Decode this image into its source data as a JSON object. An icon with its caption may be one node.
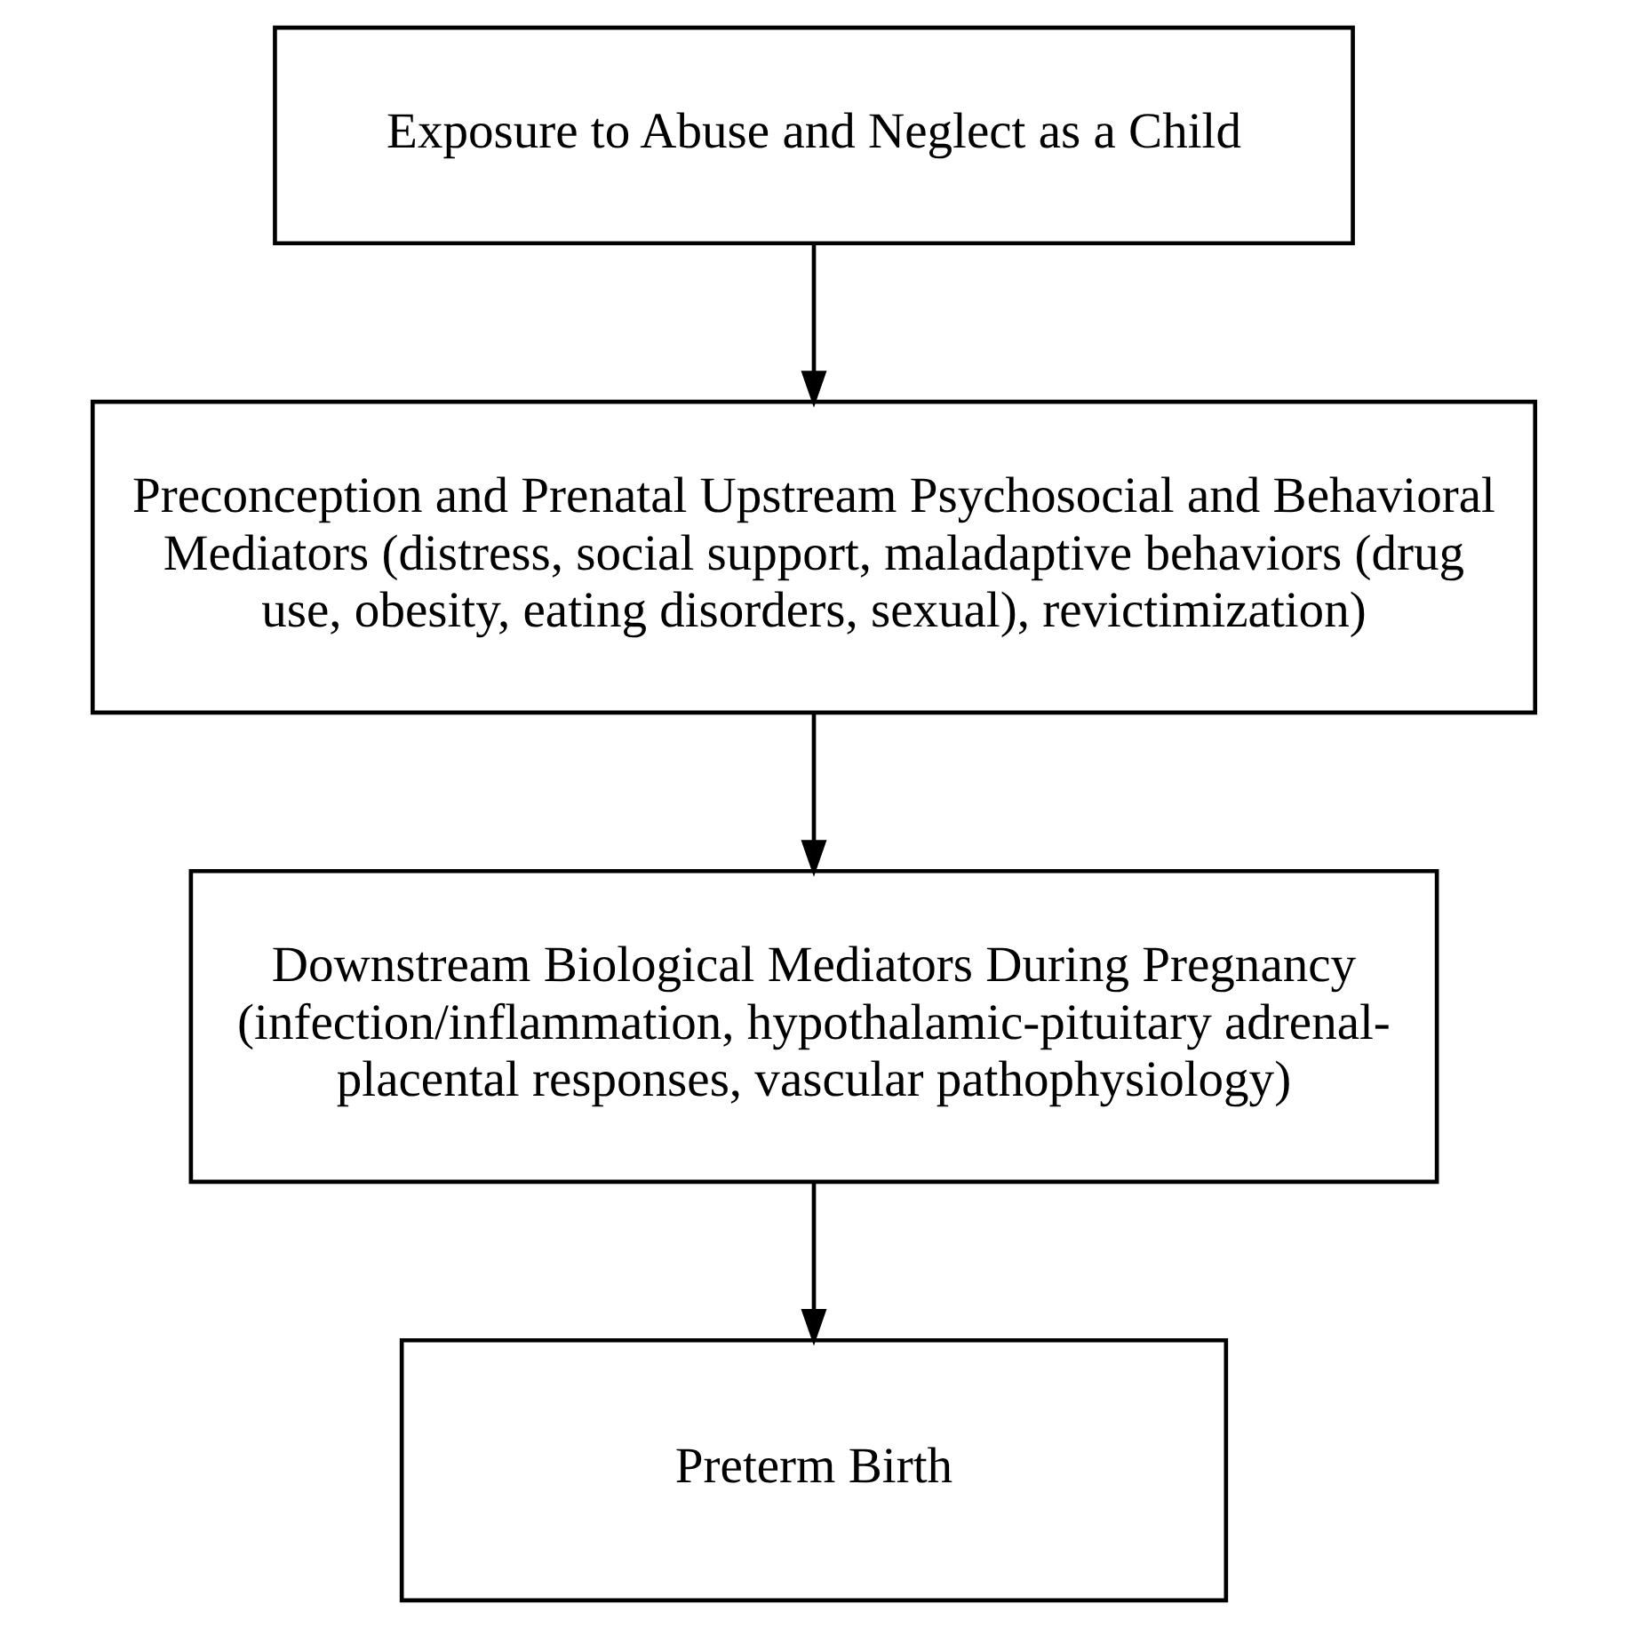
{
  "diagram": {
    "nodes": [
      {
        "text": [
          "Exposure to Abuse and Neglect as a Child"
        ]
      },
      {
        "text": [
          "Preconception and Prenatal Upstream Psychosocial and Behavioral Mediators (distress, social support, maladaptive behaviors (drug use, obesity, eating disorders, sexual), revictimization)"
        ]
      },
      {
        "text": [
          "Downstream Biological Mediators During Pregnancy (infection/inflammation, hypothalamic-pituitary adrenal-placental responses, vascular pathophysiology)"
        ]
      },
      {
        "text": [
          "Preterm Birth"
        ]
      }
    ],
    "edges": [
      {
        "from": 0,
        "to": 1,
        "arrow": "to"
      },
      {
        "from": 1,
        "to": 2,
        "arrow": "to"
      },
      {
        "from": 2,
        "to": 3,
        "arrow": "to"
      }
    ]
  }
}
